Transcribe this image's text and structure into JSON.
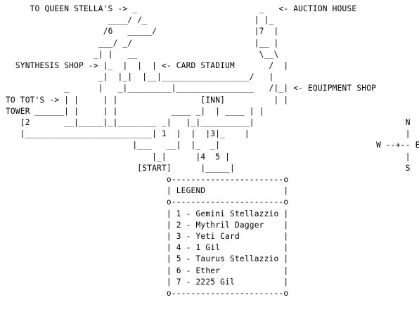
{
  "map_lines": [
    "     TO QUEEN STELLA'S -> _                         _   <- AUCTION HOUSE",
    "                     ____/ /_                      | |_",
    "                    /6   _____/                    |7  |",
    "                   ___/ _/                         |__ |",
    "                  _| |   __                         \\__\\",
    "  SYNTHESIS SHOP -> |_  |  |  | <- CARD STADIUM       /  |",
    "                   _|  |_|  |__|__________________/   |",
    "            _      |   _|_________|________________   /|_| <- EQUIPMENT SHOP",
    "TO TOT'S -> | |     | |                 [INN]          | |",
    "TOWER ______| |     | |           ____ _|  | ____ | |",
    "   [2       __|_____|_|________ _|   |_|__________|",
    "   |__________________________| 1  |  |  |3|_    |",
    "                          |___   __|  |_  _|",
    "                              |_|      |4  5 |",
    "                           [START]      |_____|",
    "                                 o-----------------------o",
    "                                 | LEGEND                |",
    "                                 o-----------------------o",
    "                                 | 1 - Gemini Stellazzio |",
    "                                 | 2 - Mythril Dagger    |",
    "                                 | 3 - Yeti Card         |",
    "                                 | 4 - 1 Gil             |",
    "                                 | 5 - Taurus Stellazzio |",
    "                                 | 6 - Ether             |",
    "                                 | 7 - 2225 Gil          |",
    "                                 o-----------------------o"
  ],
  "compass": {
    "n": "N",
    "s": "S",
    "e": "E",
    "w": "W"
  }
}
